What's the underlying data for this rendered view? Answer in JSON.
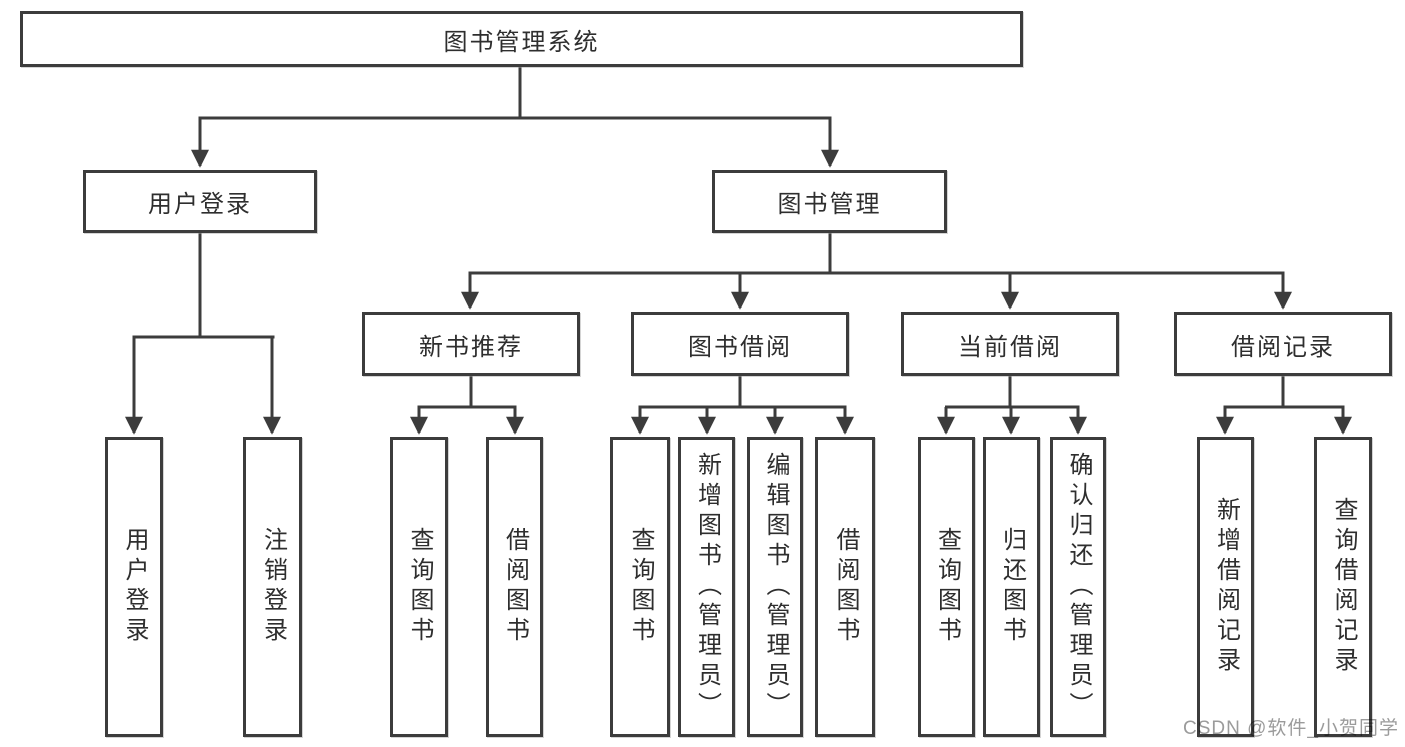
{
  "tree": {
    "root": {
      "label": "图书管理系统"
    },
    "branches": [
      {
        "label": "用户登录",
        "leaves": [
          "用户登录",
          "注销登录"
        ]
      },
      {
        "label": "图书管理",
        "sections": [
          {
            "label": "新书推荐",
            "leaves": [
              "查询图书",
              "借阅图书"
            ]
          },
          {
            "label": "图书借阅",
            "leaves": [
              "查询图书",
              "新增图书（管理员）",
              "编辑图书（管理员）",
              "借阅图书"
            ]
          },
          {
            "label": "当前借阅",
            "leaves": [
              "查询图书",
              "归还图书",
              "确认归还（管理员）"
            ]
          },
          {
            "label": "借阅记录",
            "leaves": [
              "新增借阅记录",
              "查询借阅记录"
            ]
          }
        ]
      }
    ]
  },
  "watermark": "CSDN @软件_小贺同学",
  "colors": {
    "line": "#3c3c3c",
    "box_border": "#3c3c3c",
    "box_fill": "#ffffff",
    "text": "#2e2e2e",
    "watermark": "#9b9b9b",
    "background": "#ffffff"
  }
}
